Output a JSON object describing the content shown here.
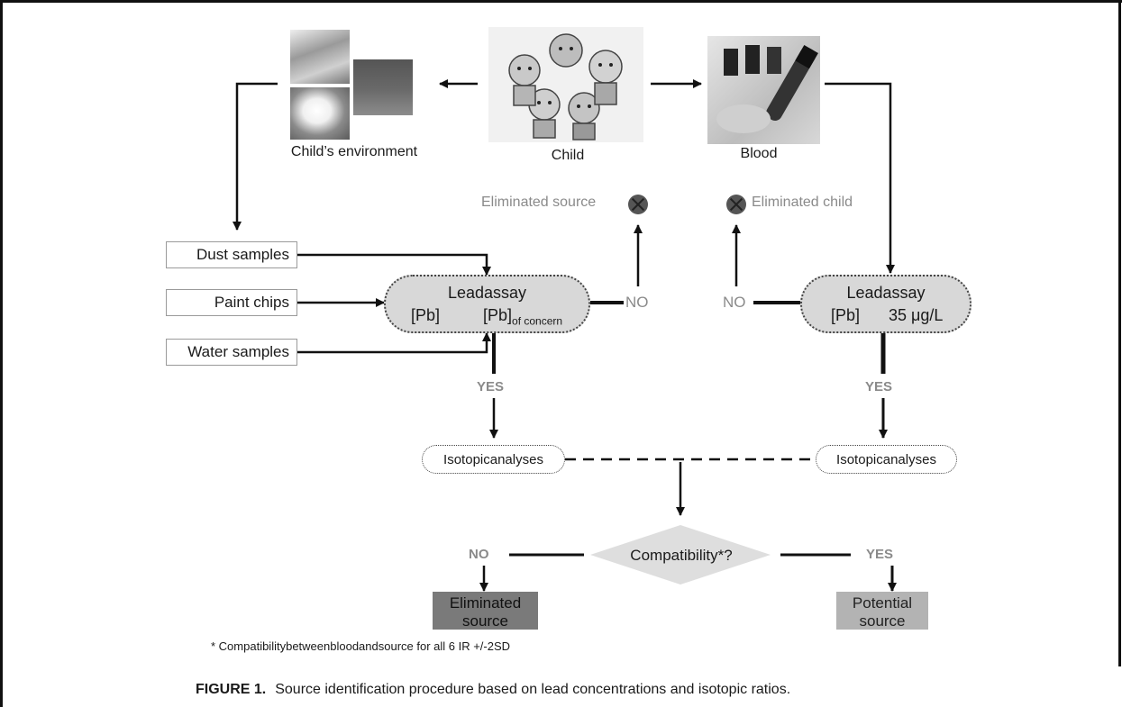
{
  "top": {
    "environment_label": "Child’s environment",
    "child_label": "Child",
    "blood_label": "Blood"
  },
  "left": {
    "samples": [
      "Dust samples",
      "Paint chips",
      "Water samples"
    ],
    "assay_title": "Leadassay",
    "assay_expr_a": "[Pb]",
    "assay_expr_b": "[Pb]",
    "assay_expr_sub": "of concern",
    "no_label": "NO",
    "yes_label": "YES",
    "eliminated_label": "Eliminated source",
    "isotopic_label": "Isotopicanalyses"
  },
  "right": {
    "assay_title": "Leadassay",
    "assay_expr_a": "[Pb]",
    "assay_expr_b": "35 μg/L",
    "no_label": "NO",
    "yes_label": "YES",
    "eliminated_label": "Eliminated child",
    "isotopic_label": "Isotopicanalyses"
  },
  "decision": {
    "label": "Compatibility*?",
    "no_label": "NO",
    "yes_label": "YES",
    "eliminated_source_line1": "Eliminated",
    "eliminated_source_line2": "source",
    "potential_source_line1": "Potential",
    "potential_source_line2": "source"
  },
  "footnote": "* Compatibilitybetweenbloodandsource for all 6 IR +/-2SD",
  "caption": {
    "number": "FIGURE 1.",
    "text": "Source identification procedure based on lead concentrations and isotopic ratios."
  },
  "colors": {
    "assay_fill": "#d8d8d8",
    "eliminated_source_fill": "#7a7a7a",
    "potential_source_fill": "#b3b3b3",
    "label_gray": "#8a8a8a"
  }
}
